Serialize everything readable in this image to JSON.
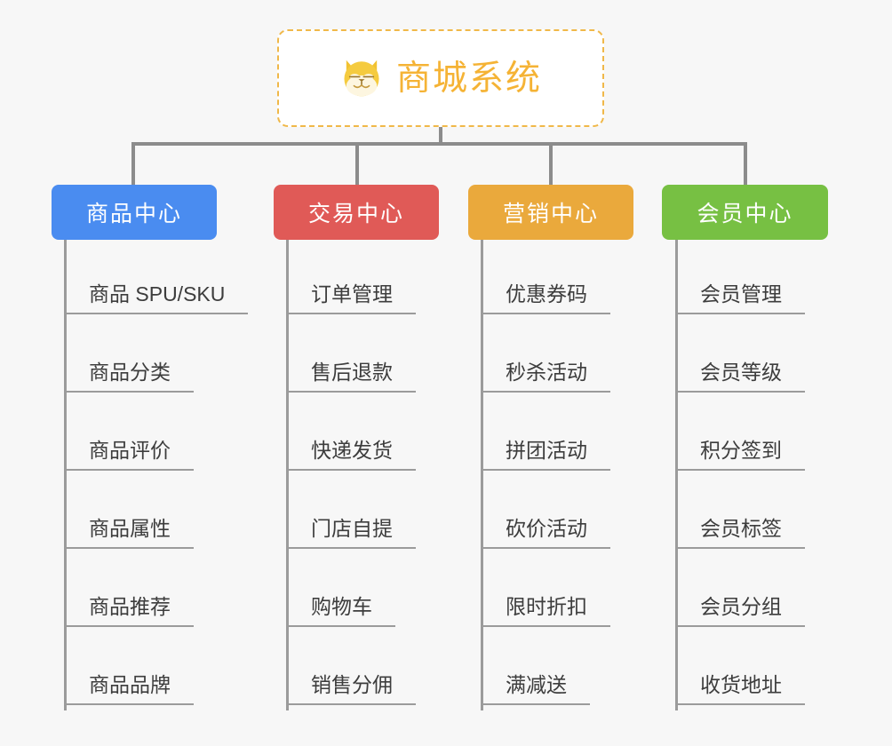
{
  "root": {
    "title": "商城系统",
    "icon": "shiba-dog-face-icon",
    "accent_color": "#f5b335",
    "border_color": "#f0b849",
    "background": "#ffffff"
  },
  "canvas": {
    "background": "#f7f7f7",
    "connector_color": "#8c8c8c"
  },
  "columns": [
    {
      "header": "商品中心",
      "color": "#4a8cf0",
      "items": [
        "商品 SPU/SKU",
        "商品分类",
        "商品评价",
        "商品属性",
        "商品推荐",
        "商品品牌"
      ]
    },
    {
      "header": "交易中心",
      "color": "#e05a57",
      "items": [
        "订单管理",
        "售后退款",
        "快递发货",
        "门店自提",
        "购物车",
        "销售分佣"
      ]
    },
    {
      "header": "营销中心",
      "color": "#eaa93c",
      "items": [
        "优惠券码",
        "秒杀活动",
        "拼团活动",
        "砍价活动",
        "限时折扣",
        "满减送"
      ]
    },
    {
      "header": "会员中心",
      "color": "#77c043",
      "items": [
        "会员管理",
        "会员等级",
        "积分签到",
        "会员标签",
        "会员分组",
        "收货地址"
      ]
    }
  ]
}
